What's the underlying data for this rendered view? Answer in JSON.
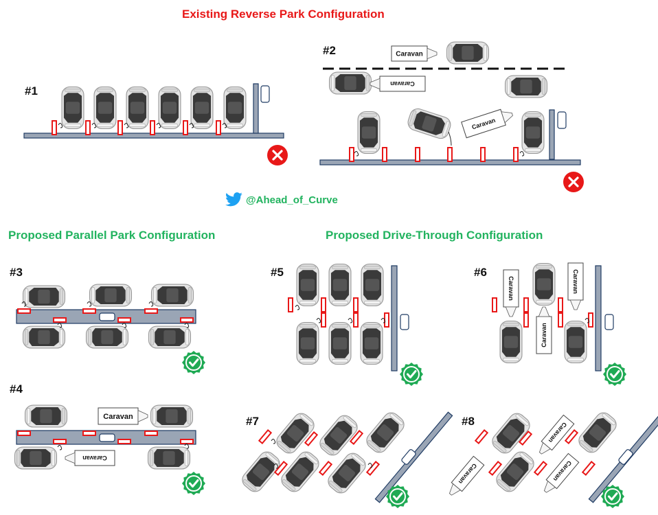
{
  "titles": {
    "existing": "Existing Reverse Park Configuration",
    "parallel": "Proposed Parallel Park Configuration",
    "drive_through": "Proposed Drive-Through Configuration"
  },
  "twitter_handle": "@Ahead_of_Curve",
  "scenarios": [
    {
      "id": "#1",
      "status": "rejected"
    },
    {
      "id": "#2",
      "status": "rejected"
    },
    {
      "id": "#3",
      "status": "approved"
    },
    {
      "id": "#4",
      "status": "approved"
    },
    {
      "id": "#5",
      "status": "approved"
    },
    {
      "id": "#6",
      "status": "approved"
    },
    {
      "id": "#7",
      "status": "approved"
    },
    {
      "id": "#8",
      "status": "approved"
    }
  ],
  "trailer_label": "Caravan",
  "colors": {
    "existing_title": "#e81818",
    "proposed_title": "#22b35f",
    "reject": "#e81818",
    "approve": "#1faa54",
    "charger": "#e81818",
    "curb": "#9aa5b5",
    "car_body": "#e4e4e4",
    "car_glass": "#3a3a3a",
    "twitter": "#1da1f2"
  },
  "icons": [
    "twitter-bird-icon",
    "reject-icon",
    "approve-icon",
    "car-icon",
    "charger-icon",
    "caravan-trailer-icon"
  ]
}
